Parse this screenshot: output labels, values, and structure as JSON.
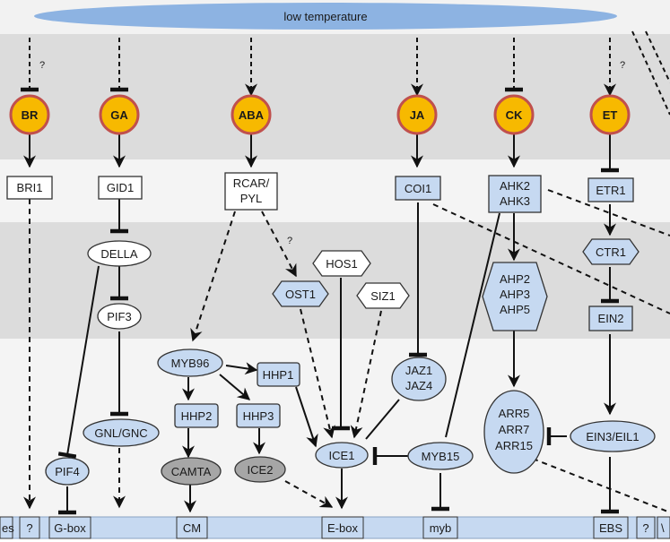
{
  "banner": {
    "label": "low temperature"
  },
  "question_mark": "?",
  "hormones": [
    {
      "id": "br",
      "label": "BR"
    },
    {
      "id": "ga",
      "label": "GA"
    },
    {
      "id": "aba",
      "label": "ABA"
    },
    {
      "id": "ja",
      "label": "JA"
    },
    {
      "id": "ck",
      "label": "CK"
    },
    {
      "id": "et",
      "label": "ET"
    }
  ],
  "receptors": {
    "bri1": "BRI1",
    "gid1": "GID1",
    "rcar_line1": "RCAR/",
    "rcar_line2": "PYL",
    "coi1": "COI1",
    "ahk_line1": "AHK2",
    "ahk_line2": "AHK3",
    "etr1": "ETR1"
  },
  "nodes": {
    "della": "DELLA",
    "pif3": "PIF3",
    "gnl": "GNL/GNC",
    "pif4": "PIF4",
    "ost1": "OST1",
    "hos1": "HOS1",
    "siz1": "SIZ1",
    "myb96": "MYB96",
    "hhp1": "HHP1",
    "hhp2": "HHP2",
    "hhp3": "HHP3",
    "camta": "CAMTA",
    "ice2": "ICE2",
    "ice1": "ICE1",
    "jaz_line1": "JAZ1",
    "jaz_line2": "JAZ4",
    "myb15": "MYB15",
    "ahp_line1": "AHP2",
    "ahp_line2": "AHP3",
    "ahp_line3": "AHP5",
    "arr_line1": "ARR5",
    "arr_line2": "ARR7",
    "arr_line3": "ARR15",
    "ctr1": "CTR1",
    "ein2": "EIN2",
    "ein3": "EIN3/EIL1"
  },
  "promoter_elements": {
    "es": "es",
    "q1": "?",
    "gbox": "G-box",
    "cm": "CM",
    "ebox": "E-box",
    "myb": "myb",
    "ebs": "EBS",
    "q2": "?",
    "cut": "\\"
  },
  "colors": {
    "hormone_fill": "#f7b900",
    "hormone_stroke": "#c0504d",
    "node_fill": "#c6d9f1",
    "gray_fill": "#a6a6a6",
    "banner_fill": "#8db3e2"
  }
}
